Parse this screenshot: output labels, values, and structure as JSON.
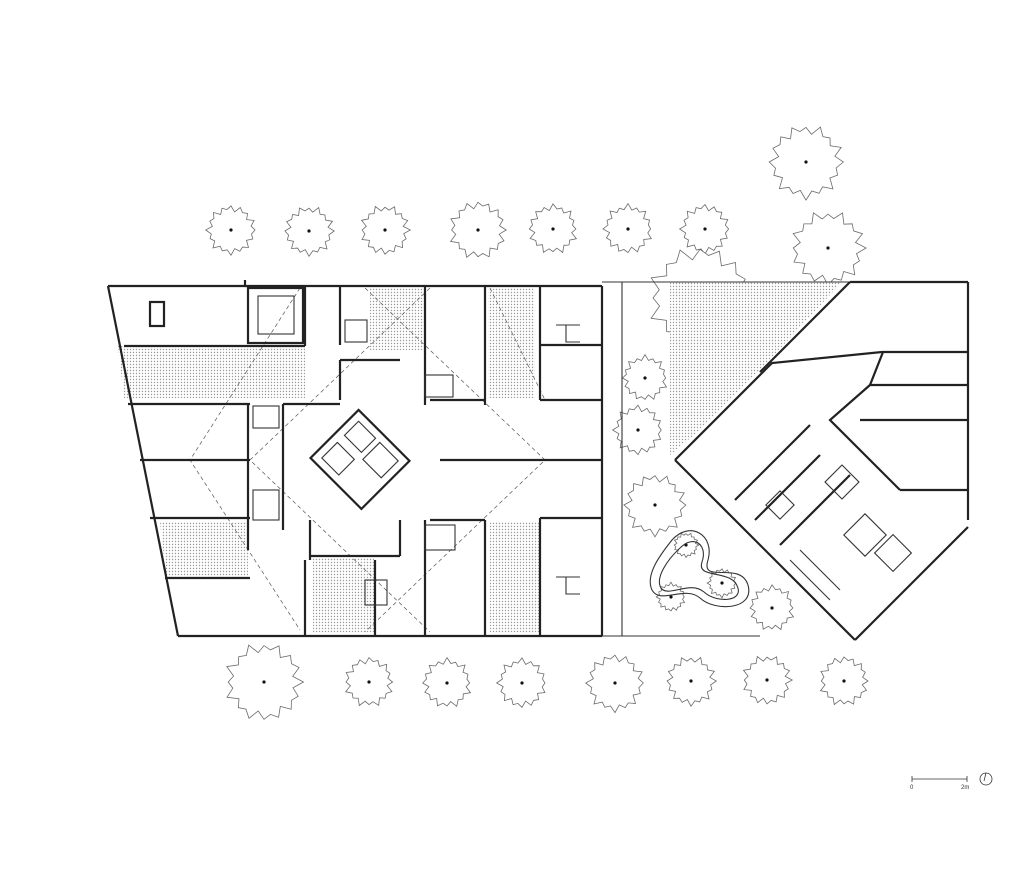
{
  "drawing": {
    "type": "architectural floor plan",
    "scale_bar": {
      "start_label": "0",
      "end_label": "2m"
    },
    "north_arrow_icon": "north-arrow-icon",
    "colors": {
      "walls": "#222222",
      "trees": "#6a6a6a",
      "hatch_fill": "#bdbdbd",
      "background": "#ffffff"
    }
  }
}
